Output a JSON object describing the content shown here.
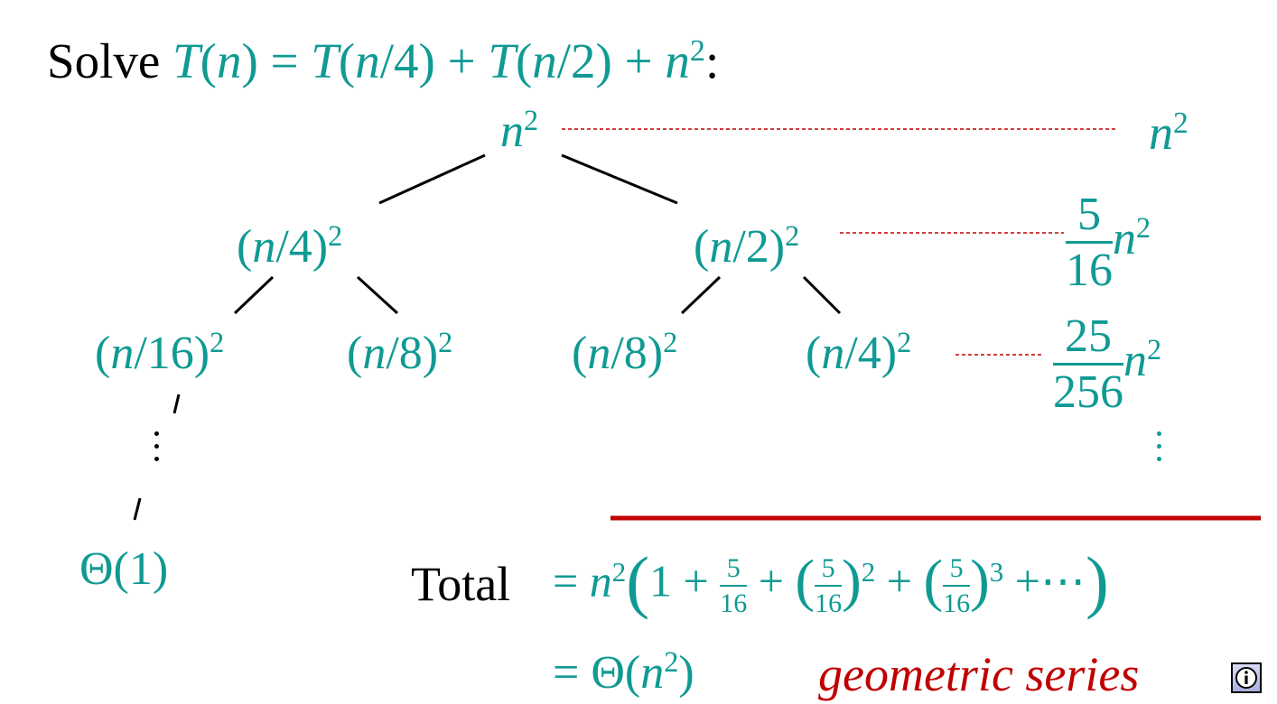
{
  "title": {
    "prefix": "Solve ",
    "equation": {
      "T1": "T",
      "p1": "(",
      "n1": "n",
      "p2": ") = ",
      "T2": "T",
      "p3": "(",
      "n2": "n",
      "p4": "/4) + ",
      "T3": "T",
      "p5": "(",
      "n3": "n",
      "p6": "/2) + ",
      "n4": "n",
      "exp": "2"
    },
    "suffix": ":"
  },
  "tree": {
    "root": {
      "var": "n",
      "exp": "2"
    },
    "level1": [
      {
        "open": "(",
        "var": "n",
        "div": "/4)",
        "exp": "2"
      },
      {
        "open": "(",
        "var": "n",
        "div": "/2)",
        "exp": "2"
      }
    ],
    "level2": [
      {
        "open": "(",
        "var": "n",
        "div": "/16)",
        "exp": "2"
      },
      {
        "open": "(",
        "var": "n",
        "div": "/8)",
        "exp": "2"
      },
      {
        "open": "(",
        "var": "n",
        "div": "/8)",
        "exp": "2"
      },
      {
        "open": "(",
        "var": "n",
        "div": "/4)",
        "exp": "2"
      }
    ],
    "leaf": "Θ(1)"
  },
  "level_sums": [
    {
      "var": "n",
      "exp": "2"
    },
    {
      "num": "5",
      "den": "16",
      "var": "n",
      "exp": "2"
    },
    {
      "num": "25",
      "den": "256",
      "var": "n",
      "exp": "2"
    }
  ],
  "total": {
    "label": "Total",
    "eq": "=",
    "var": "n",
    "exp": "2",
    "one": "1",
    "plus": "+",
    "frac_num": "5",
    "frac_den": "16",
    "sq": "2",
    "cube": "3",
    "dots": "⋯",
    "result_eq": "=",
    "result_open": "Θ(",
    "result_var": "n",
    "result_exp": "2",
    "result_close": ")",
    "note": "geometric series"
  },
  "icons": {
    "info": "info-icon"
  },
  "colors": {
    "teal": "#0f9a93",
    "red": "#c00000",
    "black": "#000000"
  }
}
